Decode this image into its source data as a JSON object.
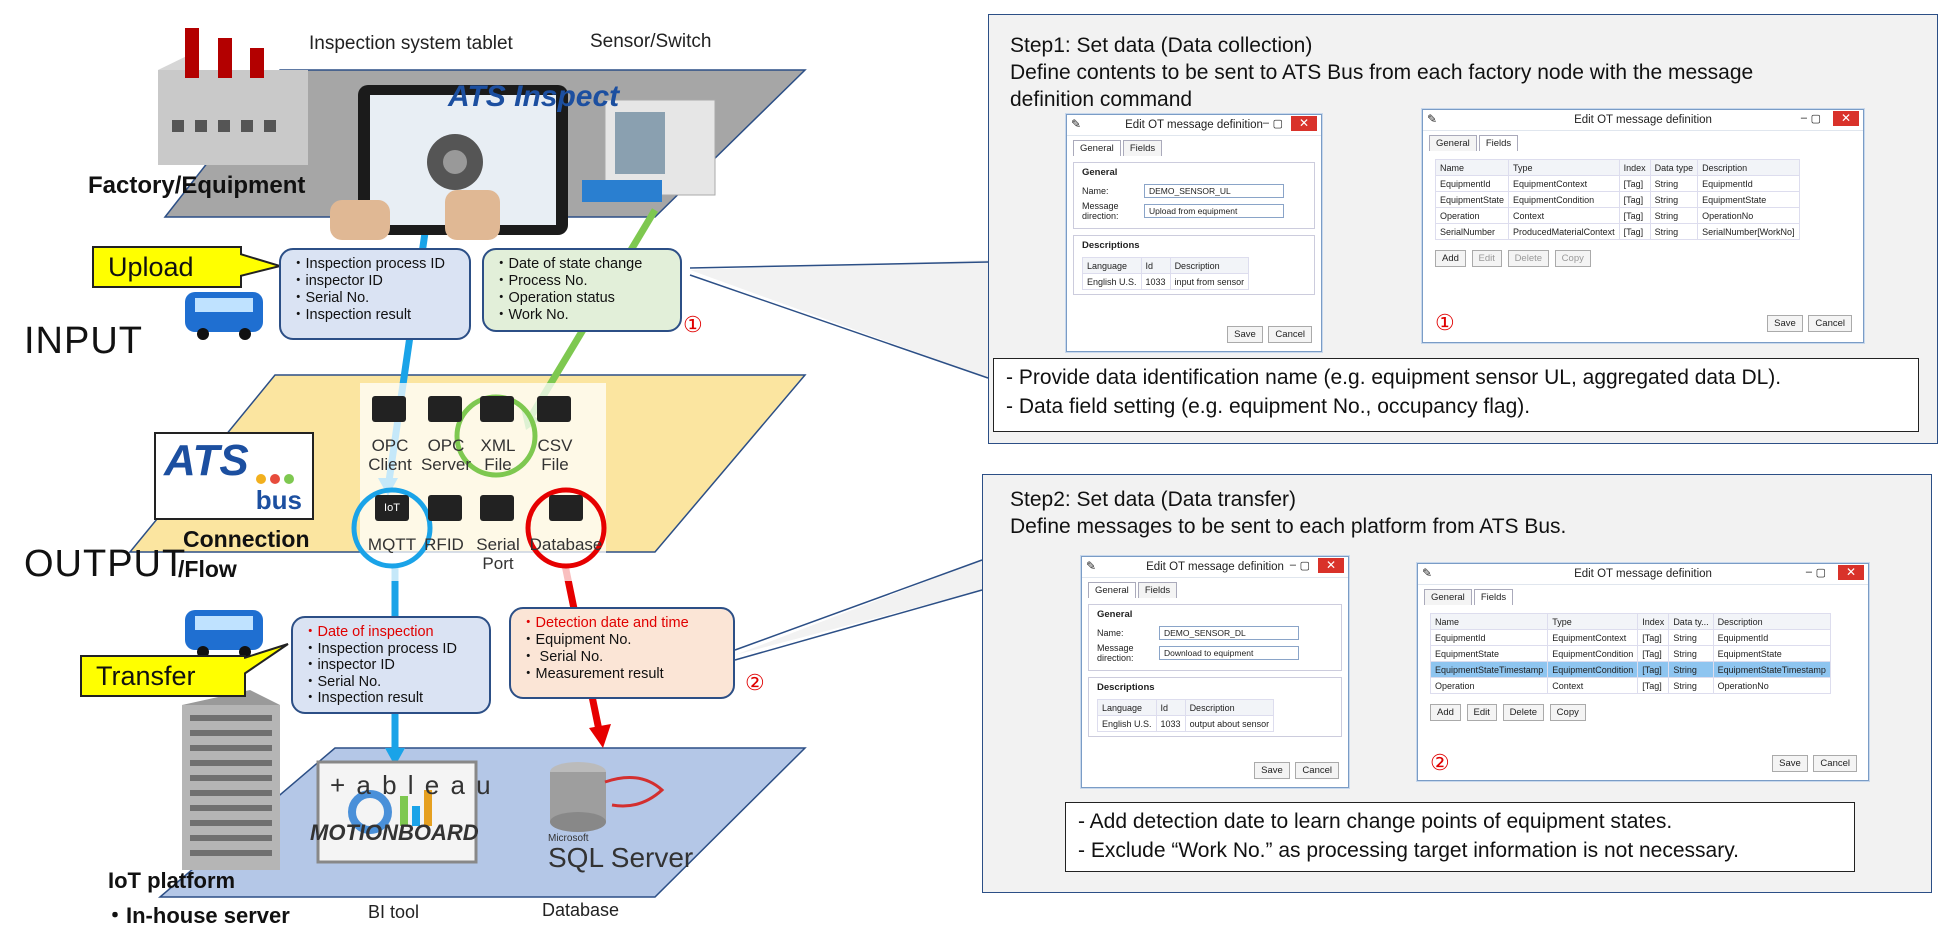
{
  "diagram": {
    "headers": {
      "tablet": "Inspection system tablet",
      "sensor": "Sensor/Switch"
    },
    "labels": {
      "factory": "Factory/Equipment",
      "input": "INPUT",
      "output": "OUTPUT",
      "connection": "Connection",
      "flow": "/Flow",
      "iot": "IoT platform",
      "inhouse": "・In-house server",
      "bi_tool": "BI tool",
      "database": "Database"
    },
    "tags": {
      "upload": "Upload",
      "transfer": "Transfer"
    },
    "logos": {
      "ats_inspect": "ATS Inspect",
      "ats_bus": "ATS bus",
      "tableau": "+ a b l e a u",
      "motionboard": "MOTIONBOARD",
      "sql_small": "Microsoft",
      "sql": "SQL Server"
    },
    "bubbles": {
      "upload_left": [
        "・Inspection process ID",
        "・inspector ID",
        "・Serial No.",
        "・Inspection result"
      ],
      "upload_right": [
        "・Date of state change",
        "・Process No.",
        "・Operation status",
        "・Work No."
      ],
      "transfer_left_red": "・Date of inspection",
      "transfer_left": [
        "・Inspection process ID",
        "・inspector ID",
        "・Serial No.",
        "・Inspection result"
      ],
      "transfer_right_red": "・Detection date and time",
      "transfer_right": [
        "・Equipment No.",
        "・ Serial No.",
        "・Measurement result"
      ]
    },
    "markers": {
      "one": "①",
      "two": "②"
    },
    "connectors": [
      {
        "name": "OPC Client",
        "line1": "OPC",
        "line2": "Client"
      },
      {
        "name": "OPC Server",
        "line1": "OPC",
        "line2": "Server"
      },
      {
        "name": "XML File",
        "line1": "XML",
        "line2": "File"
      },
      {
        "name": "CSV File",
        "line1": "CSV",
        "line2": "File"
      },
      {
        "name": "MQTT",
        "line1": "MQTT",
        "line2": ""
      },
      {
        "name": "RFID",
        "line1": "RFID",
        "line2": ""
      },
      {
        "name": "Serial Port",
        "line1": "Serial",
        "line2": "Port"
      },
      {
        "name": "Database",
        "line1": "Database",
        "line2": ""
      }
    ],
    "colors": {
      "blue_flow": "#1aa3e8",
      "green_flow": "#7ec850",
      "red_flow": "#e60000"
    }
  },
  "step1": {
    "title": "Step1: Set data (Data collection)",
    "desc1": "Define contents to be sent to ATS Bus from each factory node with the message",
    "desc2": "definition command",
    "notes": [
      "- Provide data identification name (e.g. equipment sensor UL, aggregated data DL).",
      "- Data field setting (e.g. equipment No., occupancy flag)."
    ],
    "win_general": {
      "title": "Edit OT message definition",
      "tabs": [
        "General",
        "Fields"
      ],
      "group": "General",
      "name_label": "Name:",
      "name_value": "DEMO_SENSOR_UL",
      "dir_label": "Message direction:",
      "dir_value": "Upload from equipment",
      "desc_group": "Descriptions",
      "desc_headers": [
        "Language",
        "Id",
        "Description"
      ],
      "desc_row": [
        "English U.S.",
        "1033",
        "input from sensor"
      ],
      "save": "Save",
      "cancel": "Cancel"
    },
    "win_fields": {
      "title": "Edit OT message definition",
      "tabs": [
        "General",
        "Fields"
      ],
      "headers": [
        "Name",
        "Type",
        "Index",
        "Data type",
        "Description"
      ],
      "rows": [
        [
          "EquipmentId",
          "EquipmentContext",
          "[Tag]",
          "String",
          "EquipmentId"
        ],
        [
          "EquipmentState",
          "EquipmentCondition",
          "[Tag]",
          "String",
          "EquipmentState"
        ],
        [
          "Operation",
          "Context",
          "[Tag]",
          "String",
          "OperationNo"
        ],
        [
          "SerialNumber",
          "ProducedMaterialContext",
          "[Tag]",
          "String",
          "SerialNumber[WorkNo]"
        ]
      ],
      "buttons": [
        "Add",
        "Edit",
        "Delete",
        "Copy"
      ],
      "marker": "①",
      "save": "Save",
      "cancel": "Cancel"
    }
  },
  "step2": {
    "title": "Step2: Set data (Data transfer)",
    "desc1": "Define messages to be sent to each platform from ATS Bus.",
    "notes": [
      "- Add detection date to learn change points of equipment states.",
      "- Exclude “Work No.” as processing target information is not necessary."
    ],
    "win_general": {
      "title": "Edit OT message definition",
      "tabs": [
        "General",
        "Fields"
      ],
      "group": "General",
      "name_label": "Name:",
      "name_value": "DEMO_SENSOR_DL",
      "dir_label": "Message direction:",
      "dir_value": "Download to equipment",
      "desc_group": "Descriptions",
      "desc_headers": [
        "Language",
        "Id",
        "Description"
      ],
      "desc_row": [
        "English U.S.",
        "1033",
        "output about sensor"
      ],
      "save": "Save",
      "cancel": "Cancel"
    },
    "win_fields": {
      "title": "Edit OT message definition",
      "tabs": [
        "General",
        "Fields"
      ],
      "headers": [
        "Name",
        "Type",
        "Index",
        "Data ty...",
        "Description"
      ],
      "rows": [
        [
          "EquipmentId",
          "EquipmentContext",
          "[Tag]",
          "String",
          "EquipmentId"
        ],
        [
          "EquipmentState",
          "EquipmentCondition",
          "[Tag]",
          "String",
          "EquipmentState"
        ],
        [
          "EquipmentStateTimestamp",
          "EquipmentCondition",
          "[Tag]",
          "String",
          "EquipmentStateTimestamp"
        ],
        [
          "Operation",
          "Context",
          "[Tag]",
          "String",
          "OperationNo"
        ]
      ],
      "buttons": [
        "Add",
        "Edit",
        "Delete",
        "Copy"
      ],
      "marker": "②",
      "save": "Save",
      "cancel": "Cancel"
    }
  }
}
